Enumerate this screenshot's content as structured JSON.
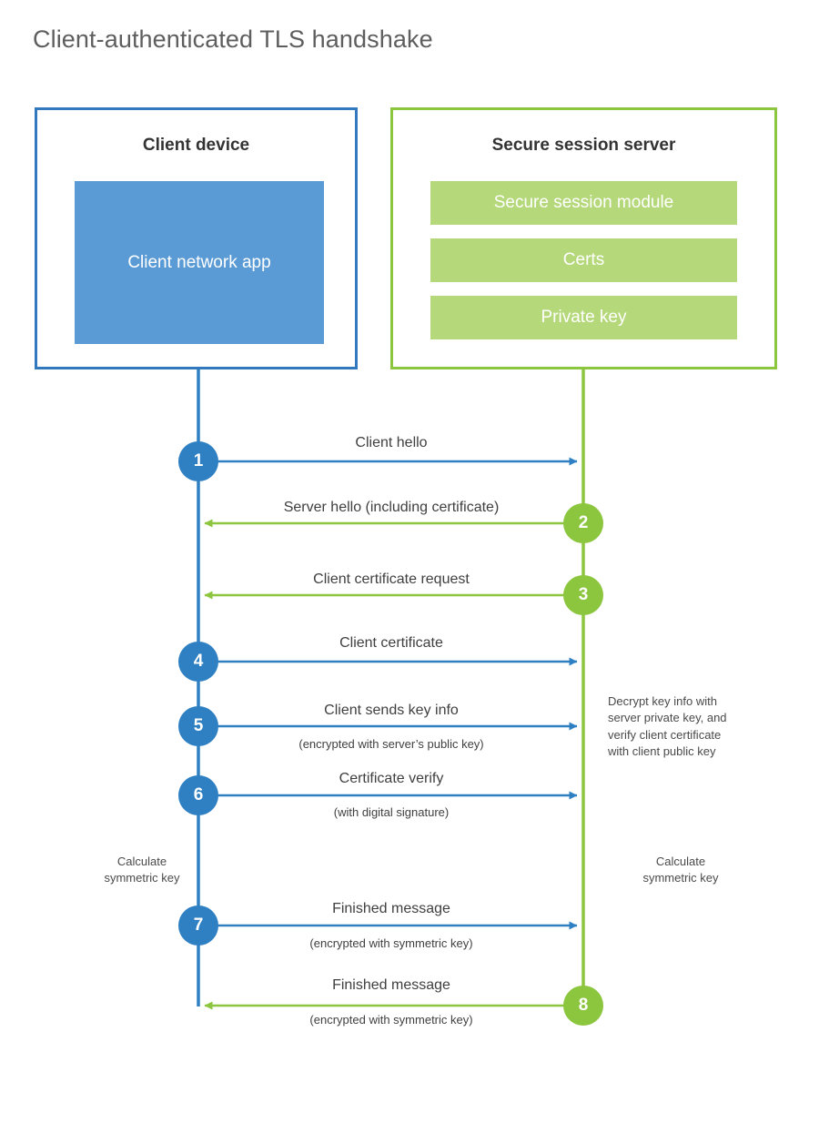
{
  "title": "Client-authenticated TLS handshake",
  "colors": {
    "client_blue": "#2e80c2",
    "client_box_border": "#3178be",
    "client_app_fill": "#5b9bd5",
    "server_green": "#8cc63f",
    "server_module_fill": "#b5d87a",
    "text_dark": "#333333",
    "title_gray": "#5e5e5e"
  },
  "actors": {
    "client": {
      "title": "Client device",
      "blocks": [
        {
          "label": "Client network app",
          "name": "client-network-app"
        }
      ]
    },
    "server": {
      "title": "Secure session server",
      "blocks": [
        {
          "label": "Secure session module",
          "name": "secure-session-module"
        },
        {
          "label": "Certs",
          "name": "certs"
        },
        {
          "label": "Private key",
          "name": "private-key"
        }
      ]
    }
  },
  "steps": [
    {
      "number": "1",
      "label": "Client hello",
      "sub": "",
      "from": "client",
      "to": "server"
    },
    {
      "number": "2",
      "label": "Server hello (including certificate)",
      "sub": "",
      "from": "server",
      "to": "client"
    },
    {
      "number": "3",
      "label": "Client certificate request",
      "sub": "",
      "from": "server",
      "to": "client"
    },
    {
      "number": "4",
      "label": "Client certificate",
      "sub": "",
      "from": "client",
      "to": "server"
    },
    {
      "number": "5",
      "label": "Client sends key info",
      "sub": "(encrypted with server’s public key)",
      "from": "client",
      "to": "server"
    },
    {
      "number": "6",
      "label": "Certificate verify",
      "sub": "(with digital signature)",
      "from": "client",
      "to": "server"
    },
    {
      "number": "7",
      "label": "Finished message",
      "sub": "(encrypted with symmetric key)",
      "from": "client",
      "to": "server"
    },
    {
      "number": "8",
      "label": "Finished message",
      "sub": "(encrypted with symmetric key)",
      "from": "server",
      "to": "client"
    }
  ],
  "notes": {
    "server_decrypt": "Decrypt key info with\nserver private key, and\nverify client certificate\nwith client public key",
    "client_calc": "Calculate\nsymmetric key",
    "server_calc": "Calculate\nsymmetric key"
  }
}
